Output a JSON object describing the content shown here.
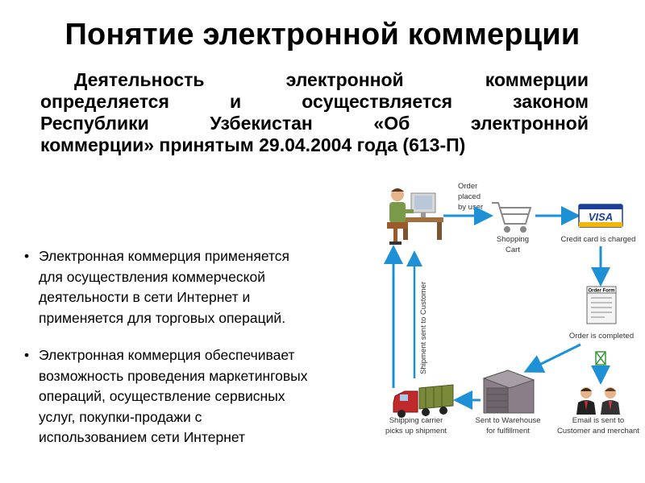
{
  "title": "Понятие электронной коммерции",
  "intro": {
    "lines": [
      [
        "Деятельность",
        "электронной",
        "коммерции"
      ],
      [
        "определяется",
        "и",
        "осуществляется",
        "законом"
      ],
      [
        "Республики",
        "Узбекистан",
        "«Об",
        "электронной"
      ],
      [
        "коммерции» принятым 29.04.2004 года (613-П)"
      ]
    ]
  },
  "bullets": [
    {
      "marker": "•",
      "lines": [
        "Электронная коммерция применяется",
        "для осуществления коммерческой",
        "деятельности в сети Интернет и",
        "применяется для торговых операций."
      ]
    },
    {
      "marker": "•",
      "lines": [
        "Электронная коммерция обеспечивает",
        "возможность проведения маркетинговых",
        "операций, осуществление сервисных",
        "услуг, покупки-продажи  с",
        "использованием сети Интернет"
      ]
    }
  ],
  "diagram": {
    "order_placed": [
      "Order",
      "placed",
      "by user"
    ],
    "shopping_cart": [
      "Shopping",
      "Cart"
    ],
    "credit_card": "Credit card is charged",
    "visa_text": "VISA",
    "order_form_title": "Order Form",
    "order_completed": "Order is completed",
    "email": [
      "Email is sent to",
      "Customer and merchant"
    ],
    "warehouse": [
      "Sent to Warehouse",
      "for fulfillment"
    ],
    "shipping": [
      "Shipping carrier",
      "picks up shipment"
    ],
    "shipment_vertical": "Shipment sent to Customer",
    "colors": {
      "arrow": "#1e90d6",
      "visa_blue": "#1a3f9b",
      "visa_gold": "#f2b705"
    }
  }
}
